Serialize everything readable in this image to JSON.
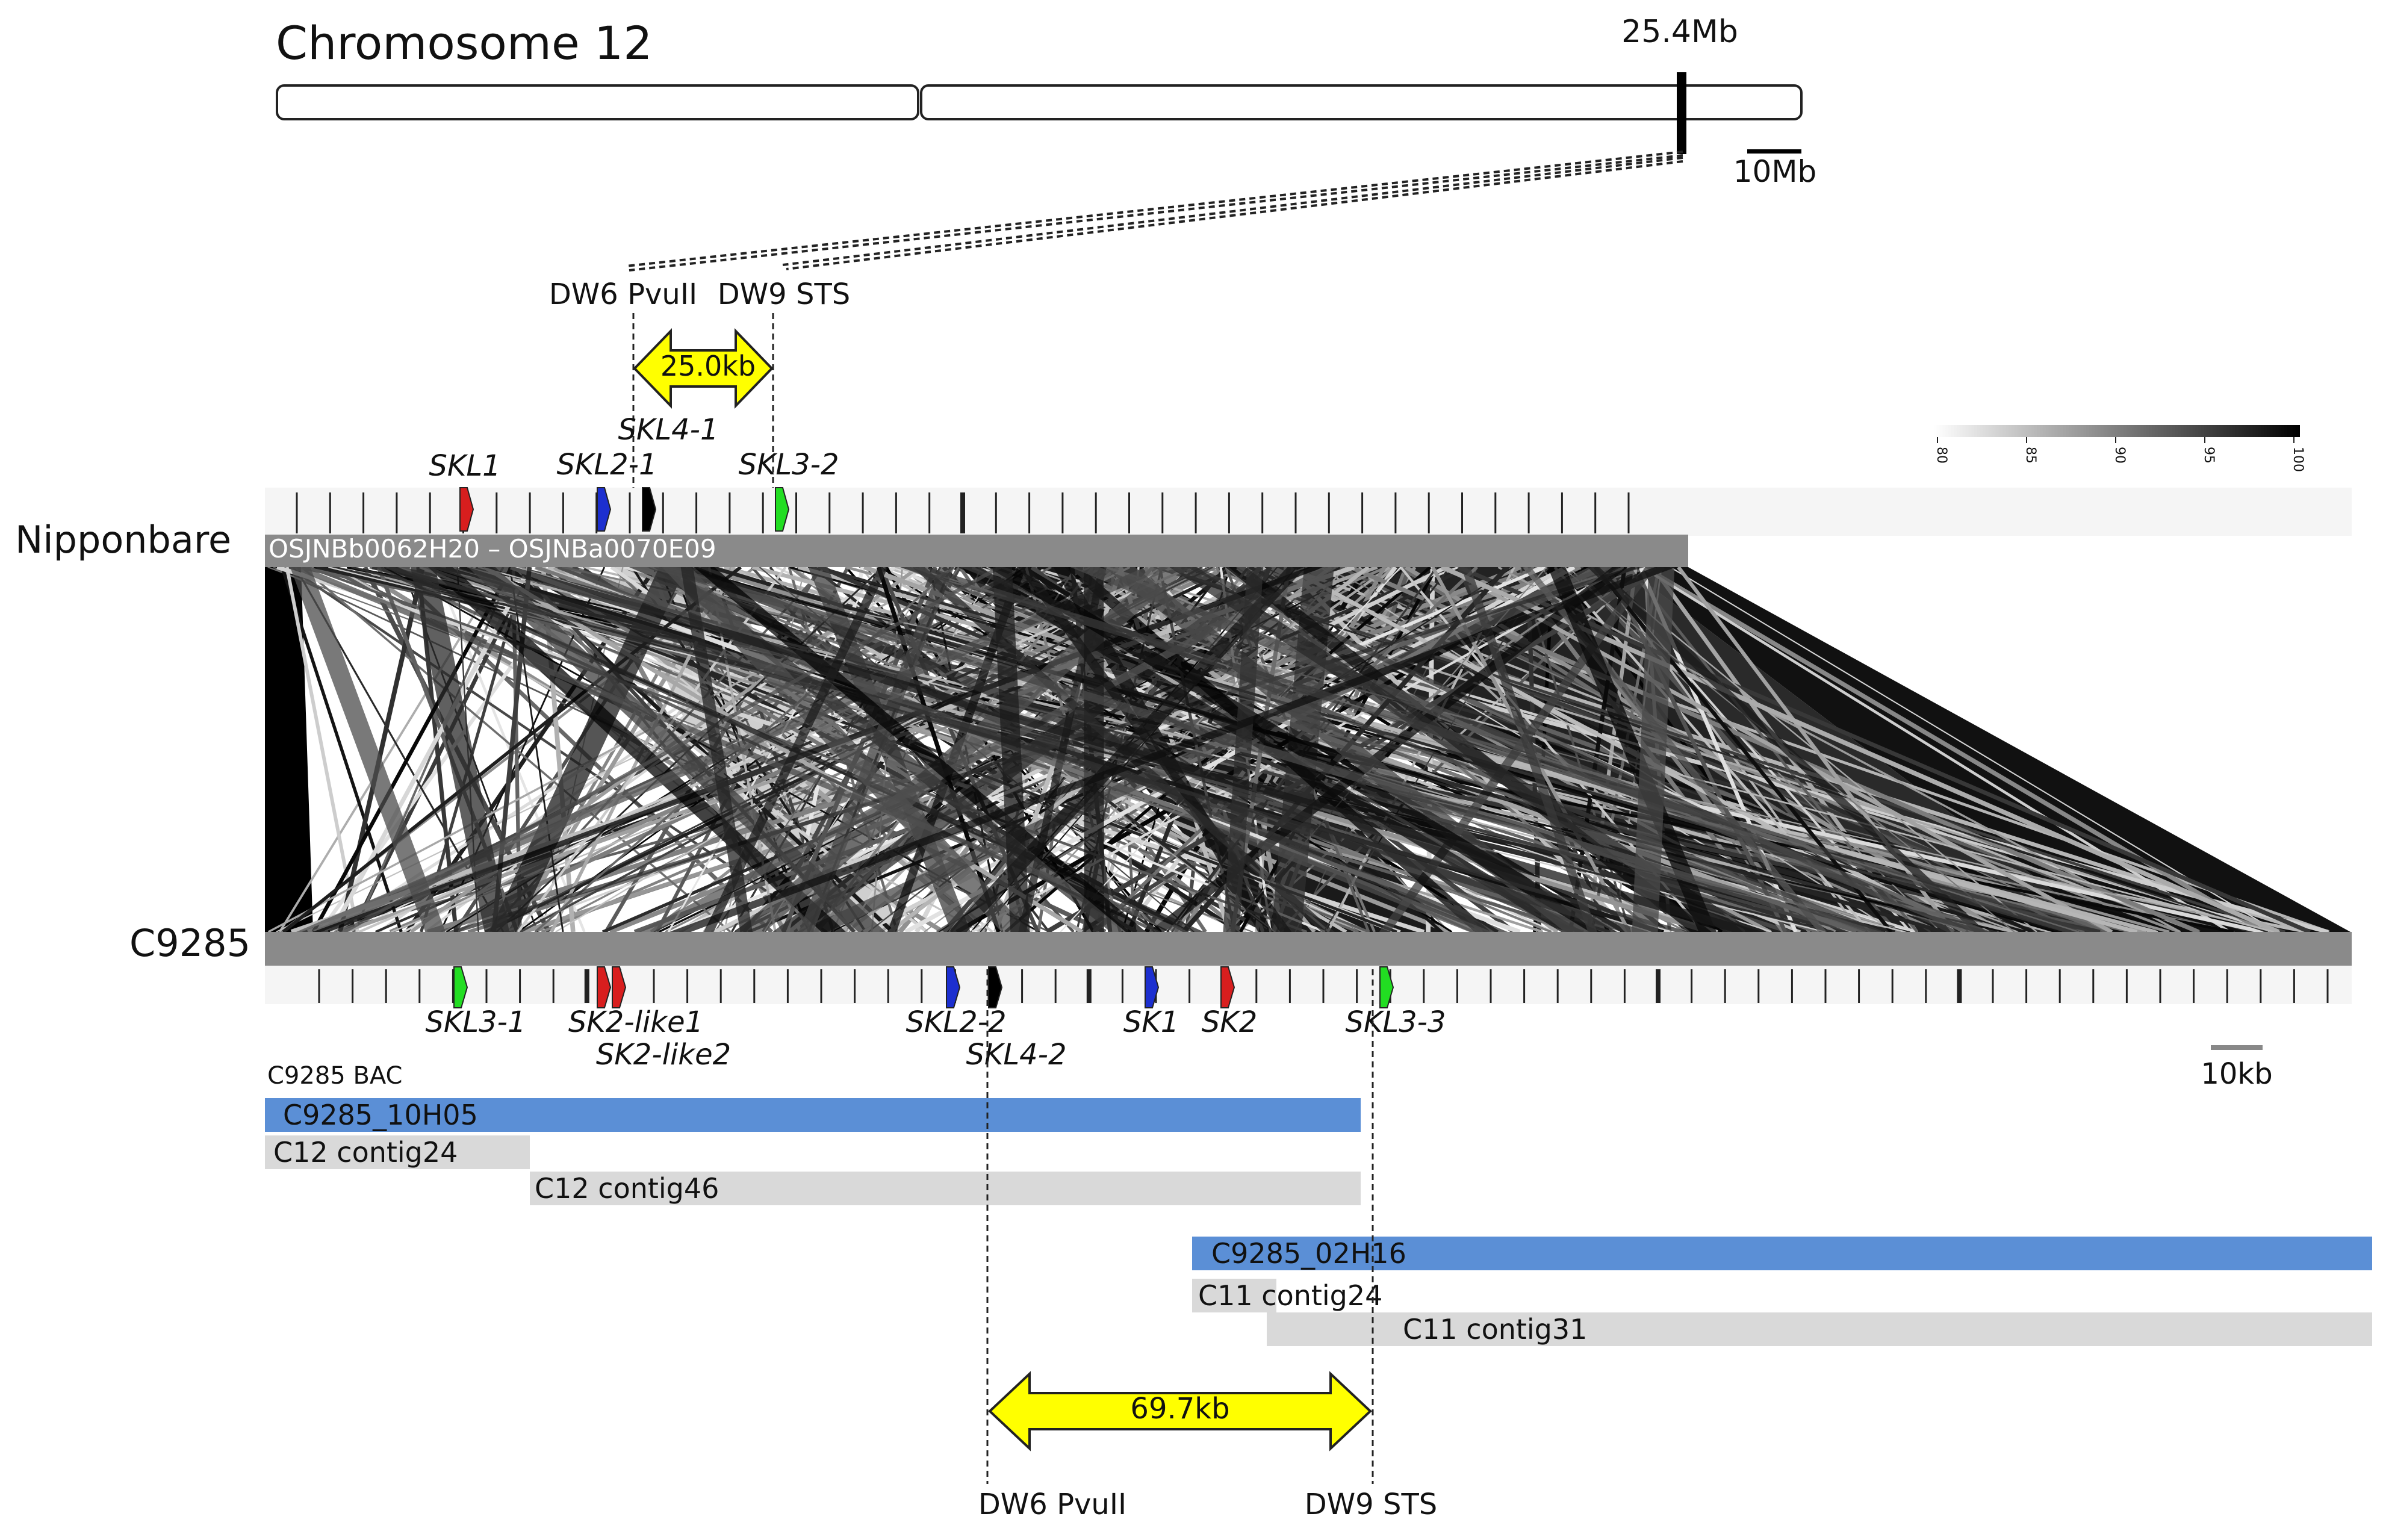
{
  "chromosome": {
    "title": "Chromosome 12",
    "position_label": "25.4Mb",
    "scale_label": "10Mb"
  },
  "top_markers": {
    "left": "DW6 PvuII",
    "right": "DW9 STS",
    "distance": "25.0kb"
  },
  "nipponbare": {
    "name": "Nipponbare",
    "bar_label": "OSJNBb0062H20 – OSJNBa0070E09",
    "genes": [
      {
        "label": "SKL1",
        "color": "#d81e1e"
      },
      {
        "label": "SKL2-1",
        "color": "#1c2fcf"
      },
      {
        "label": "SKL4-1",
        "color": "#000000"
      },
      {
        "label": "SKL3-2",
        "color": "#22dd22"
      }
    ]
  },
  "c9285": {
    "name": "C9285",
    "genes": [
      {
        "label": "SKL3-1",
        "color": "#22dd22"
      },
      {
        "label": "SK2-like1",
        "color": "#d81e1e"
      },
      {
        "label": "SK2-like2",
        "color": "#d81e1e"
      },
      {
        "label": "SKL2-2",
        "color": "#1c2fcf"
      },
      {
        "label": "SKL4-2",
        "color": "#000000"
      },
      {
        "label": "SK1",
        "color": "#1c2fcf"
      },
      {
        "label": "SK2",
        "color": "#d81e1e"
      },
      {
        "label": "SKL3-3",
        "color": "#22dd22"
      }
    ]
  },
  "identity_scale": {
    "ticks": [
      "80",
      "85",
      "90",
      "95",
      "100"
    ]
  },
  "kb_scale_label": "10kb",
  "bac": {
    "section_label": "C9285 BAC",
    "clones": [
      {
        "label": "C9285_10H05",
        "color": "#5b8fd6"
      },
      {
        "label": "C12 contig24",
        "color": "#d9d9d9"
      },
      {
        "label": "C12 contig46",
        "color": "#d9d9d9"
      },
      {
        "label": "C9285_02H16",
        "color": "#5b8fd6"
      },
      {
        "label": "C11 contig24",
        "color": "#d9d9d9"
      },
      {
        "label": "C11 contig31",
        "color": "#d9d9d9"
      }
    ]
  },
  "bottom_markers": {
    "left": "DW6 PvuII",
    "right": "DW9 STS",
    "distance": "69.7kb"
  }
}
